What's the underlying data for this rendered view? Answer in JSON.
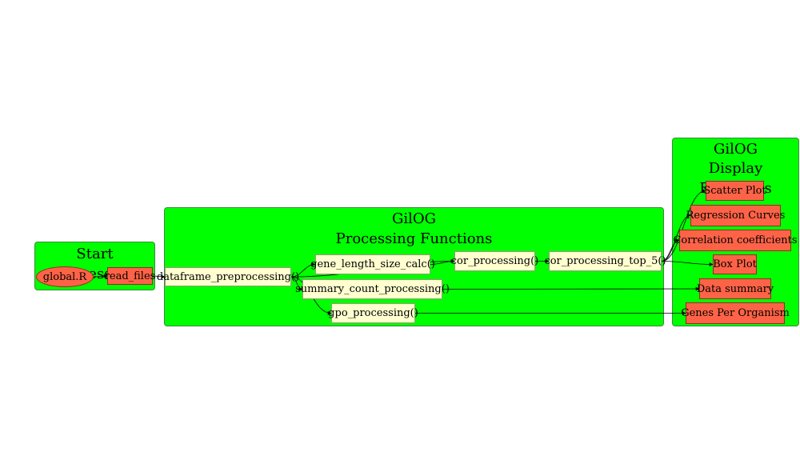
{
  "clusters": {
    "start": {
      "title": "Start Processing"
    },
    "processing": {
      "title_line1": "GilOG",
      "title_line2": "Processing Functions"
    },
    "display": {
      "title_line1": "GilOG",
      "title_line2": "Display Functions"
    }
  },
  "nodes": {
    "global_r": "global.R",
    "read_files": "read_files",
    "dataframe_preprocessing": "dataframe_preprocessing()",
    "gene_length_size_calc": "gene_length_size_calc()",
    "summary_count_processing": "summary_count_processing()",
    "gpo_processing": "gpo_processing()",
    "cor_processing": "cor_processing()",
    "cor_processing_top_5": "cor_processing_top_5()",
    "scatter_plot": "Scatter Plot",
    "regression_curves": "Regression Curves",
    "correlation_coefficients": "Correlation coefficients",
    "box_plot": "Box Plot",
    "data_summary": "Data summary",
    "genes_per_organism": "Genes Per Organism"
  },
  "edges": [
    [
      "global_r",
      "read_files"
    ],
    [
      "read_files",
      "dataframe_preprocessing"
    ],
    [
      "dataframe_preprocessing",
      "gene_length_size_calc"
    ],
    [
      "dataframe_preprocessing",
      "cor_processing"
    ],
    [
      "dataframe_preprocessing",
      "summary_count_processing"
    ],
    [
      "dataframe_preprocessing",
      "gpo_processing"
    ],
    [
      "gene_length_size_calc",
      "cor_processing"
    ],
    [
      "cor_processing",
      "cor_processing_top_5"
    ],
    [
      "cor_processing_top_5",
      "scatter_plot"
    ],
    [
      "cor_processing_top_5",
      "regression_curves"
    ],
    [
      "cor_processing_top_5",
      "correlation_coefficients"
    ],
    [
      "cor_processing_top_5",
      "box_plot"
    ],
    [
      "summary_count_processing",
      "data_summary"
    ],
    [
      "gpo_processing",
      "genes_per_organism"
    ]
  ],
  "colors": {
    "cluster_fill": "#00ff00",
    "process_fill": "#ffffd0",
    "output_fill": "#ff6347",
    "edge": "#000000"
  }
}
